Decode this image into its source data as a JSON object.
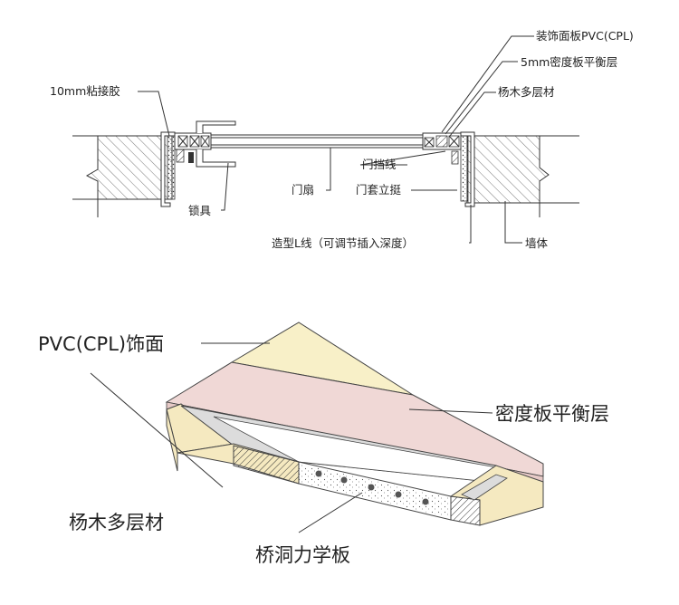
{
  "plan": {
    "labels": {
      "pvc_panel": "装饰面板PVC(CPL)",
      "mdf_balance_5mm": "5mm密度板平衡层",
      "poplar_plywood": "杨木多层材",
      "glue_10mm": "10mm粘接胶",
      "door_stop": "门挡线",
      "door_leaf": "门扇",
      "frame_jamb": "门套立挺",
      "lock": "锁具",
      "l_trim": "造型L线（可调节插入深度）",
      "wall": "墙体"
    }
  },
  "section": {
    "labels": {
      "pvc_face": "PVC(CPL)饰面",
      "mdf_balance": "密度板平衡层",
      "poplar_plywood": "杨木多层材",
      "honeycomb_board": "桥洞力学板"
    },
    "colors": {
      "pvc": "#f8f0c8",
      "mdf": "#f0d8d6",
      "poplar": "#f5e9c0",
      "core_gray": "#dcdcdc"
    }
  }
}
